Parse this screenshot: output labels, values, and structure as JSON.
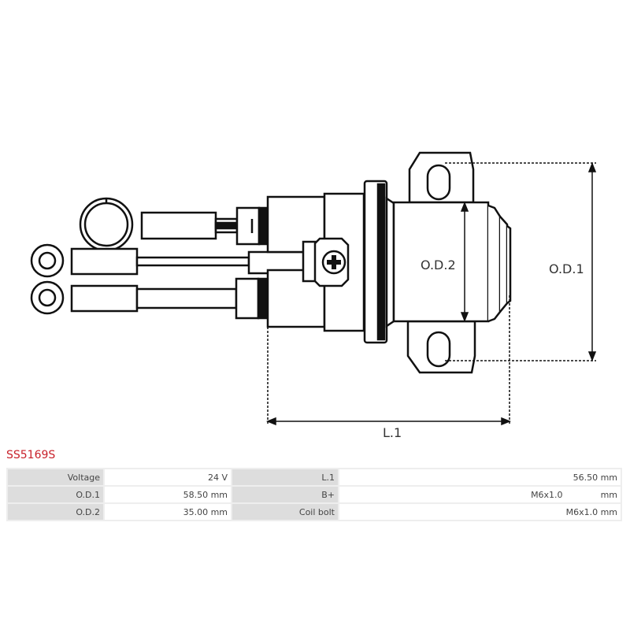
{
  "diagram": {
    "labels": {
      "od1": "O.D.1",
      "od2": "O.D.2",
      "l1": "L.1"
    }
  },
  "product": {
    "code": "SS5169S"
  },
  "specs": {
    "rows": [
      {
        "label1": "Voltage",
        "value1": "24 V",
        "label2": "L.1",
        "value2": "56.50 mm"
      },
      {
        "label1": "O.D.1",
        "value1": "58.50 mm",
        "label2": "B+",
        "value2": "M6x1.0",
        "value2_unit": "mm"
      },
      {
        "label1": "O.D.2",
        "value1": "35.00 mm",
        "label2": "Coil bolt",
        "value2": "M6x1.0 mm"
      }
    ]
  },
  "colors": {
    "title": "#c8202a"
  }
}
